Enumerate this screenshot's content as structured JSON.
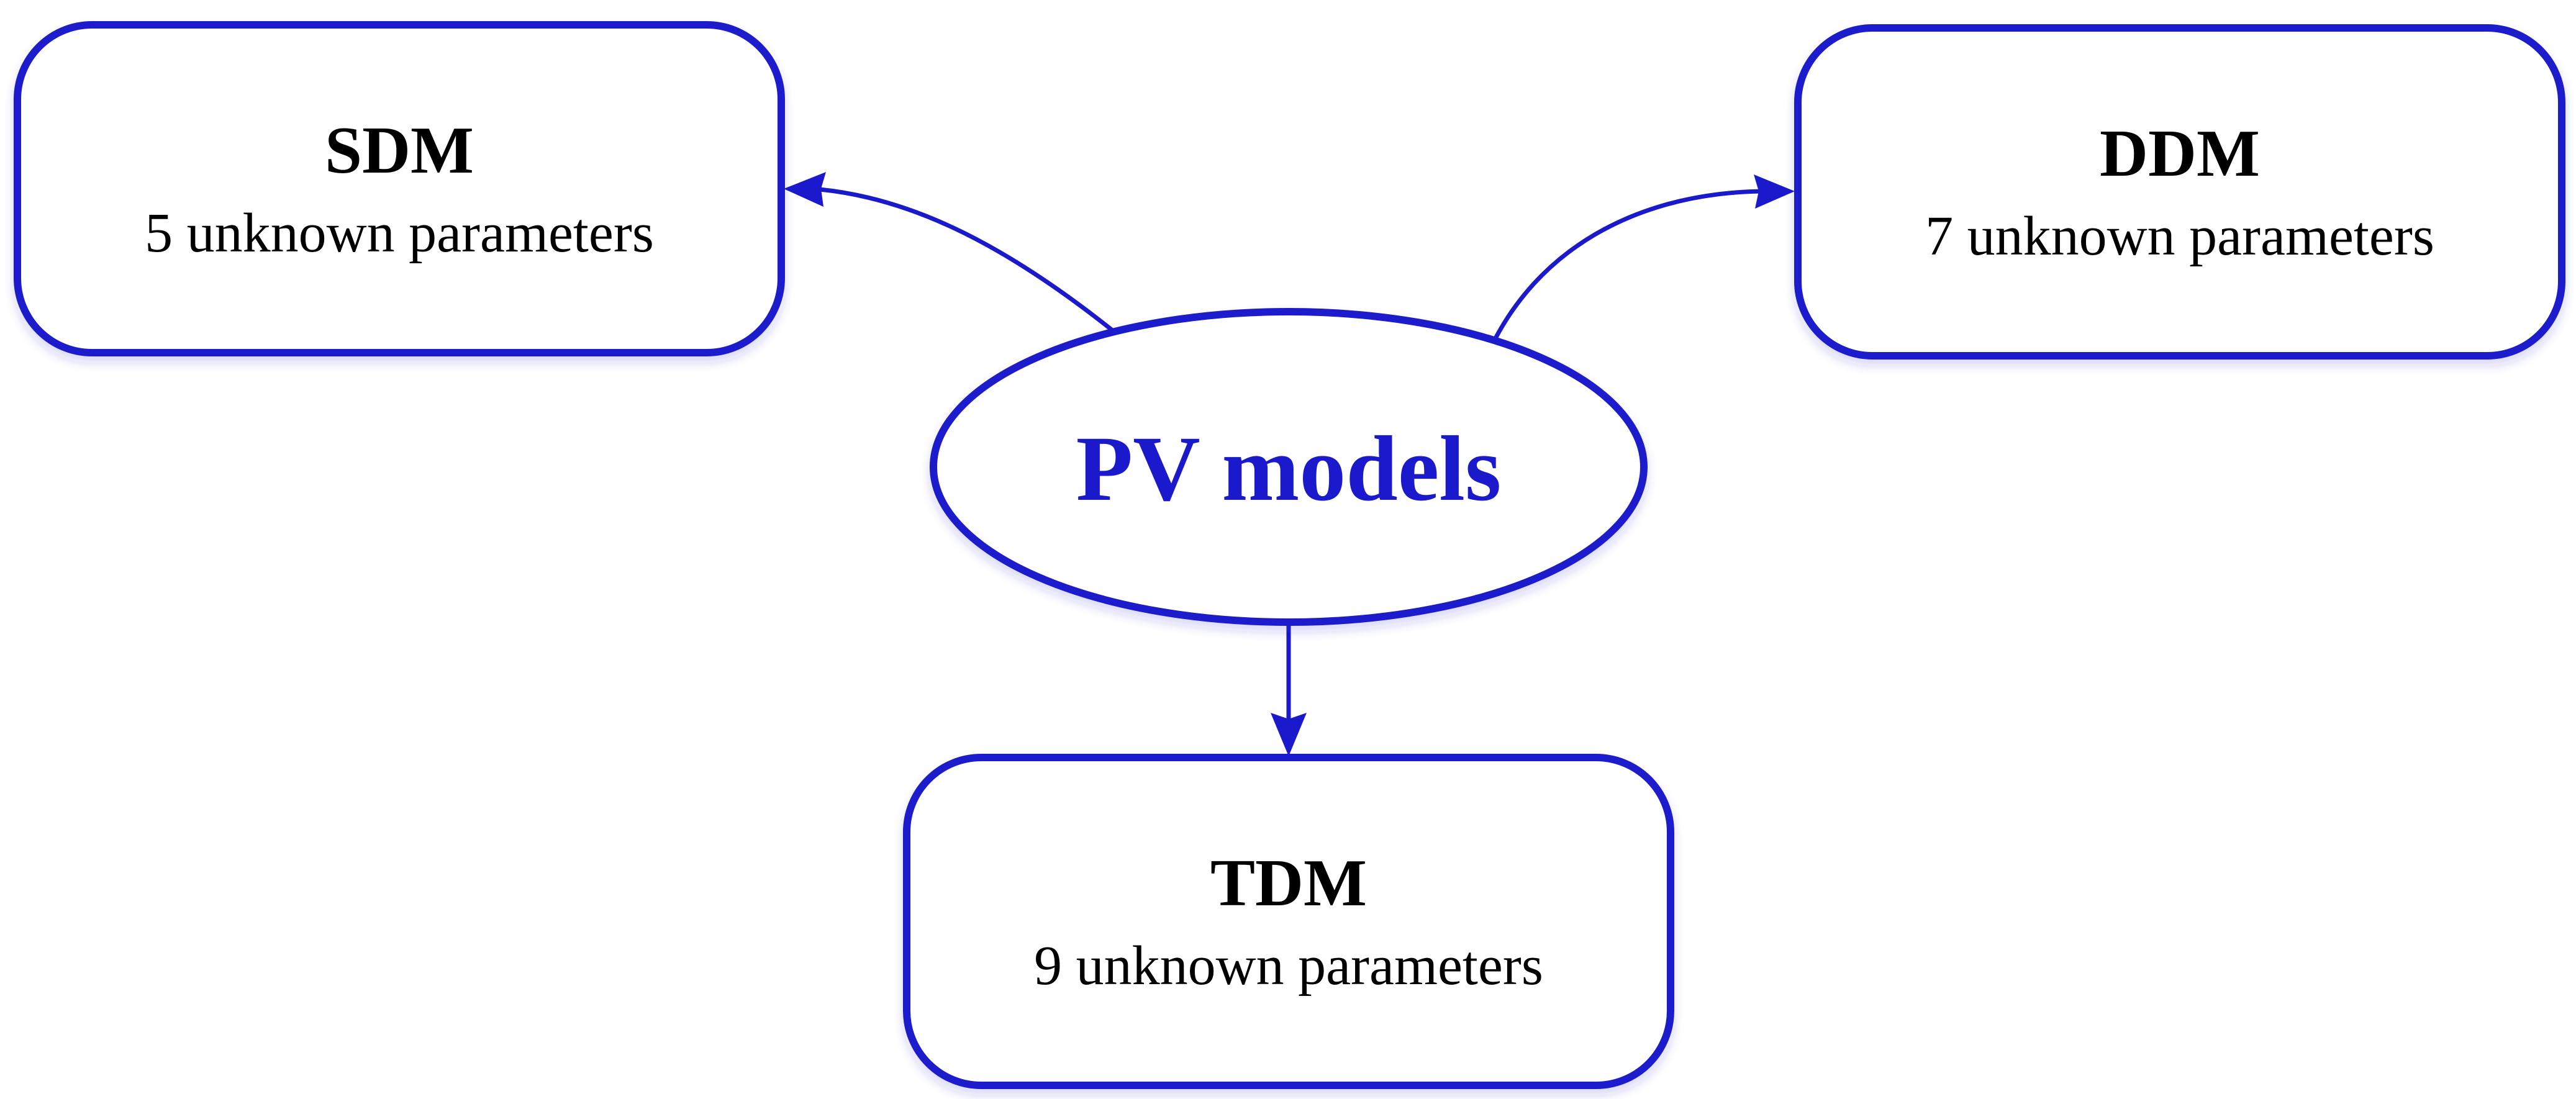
{
  "center": {
    "label": "PV models"
  },
  "nodes": {
    "sdm": {
      "title": "SDM",
      "subtitle": "5 unknown parameters"
    },
    "ddm": {
      "title": "DDM",
      "subtitle": "7 unknown parameters"
    },
    "tdm": {
      "title": "TDM",
      "subtitle": "9 unknown parameters"
    }
  },
  "colors": {
    "accent": "#1a1acc",
    "text": "#000000",
    "background": "#ffffff"
  }
}
